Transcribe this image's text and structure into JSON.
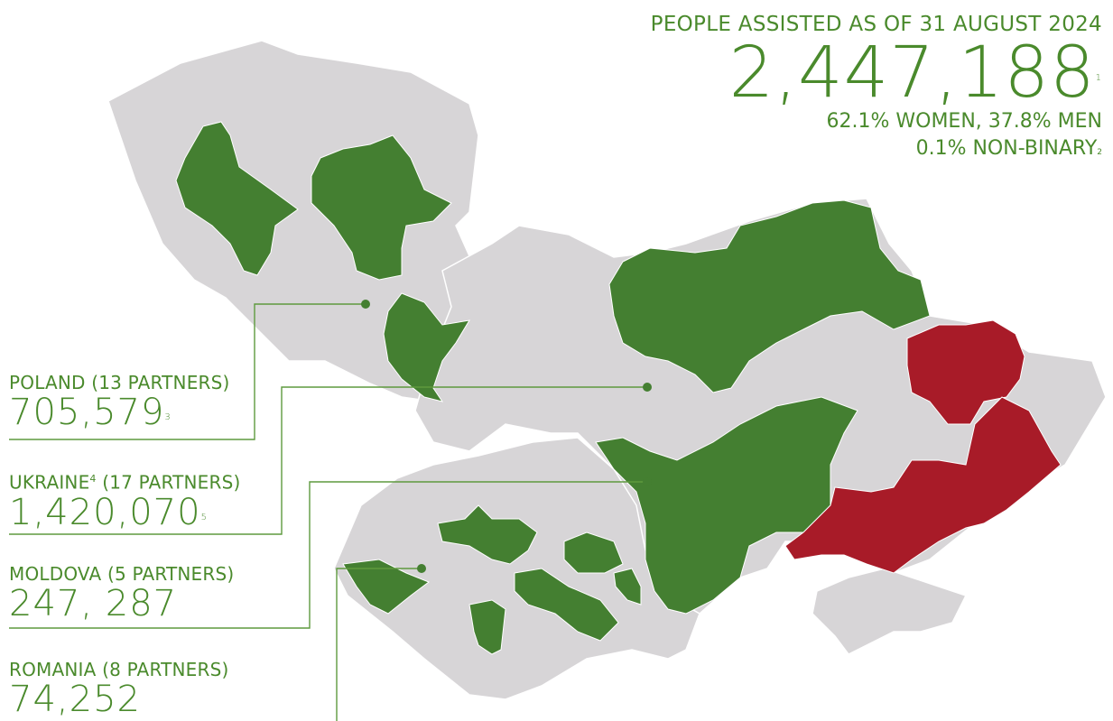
{
  "headline": {
    "label": "PEOPLE ASSISTED AS OF 31 AUGUST 2024",
    "total": "2,447,188",
    "total_note": "1",
    "gender_line1": "62.1% WOMEN, 37.8% MEN",
    "gender_line2": "0.1% NON-BINARY",
    "gender_note": "2"
  },
  "countries": [
    {
      "name": "POLAND",
      "partners": "(13 PARTNERS)",
      "value": "705,579",
      "note": "3"
    },
    {
      "name": "UKRAINE",
      "name_note": "4",
      "partners": "(17 PARTNERS)",
      "value": "1,420,070",
      "note": "5"
    },
    {
      "name": "MOLDOVA",
      "partners": "(5 PARTNERS)",
      "value": "247, 287"
    },
    {
      "name": "ROMANIA",
      "partners": "(8 PARTNERS)",
      "value": "74,252"
    }
  ],
  "colors": {
    "base_land": "#d7d5d7",
    "assisted_region": "#447f31",
    "conflict_region": "#a81b28",
    "text": "#4a8a2c"
  }
}
